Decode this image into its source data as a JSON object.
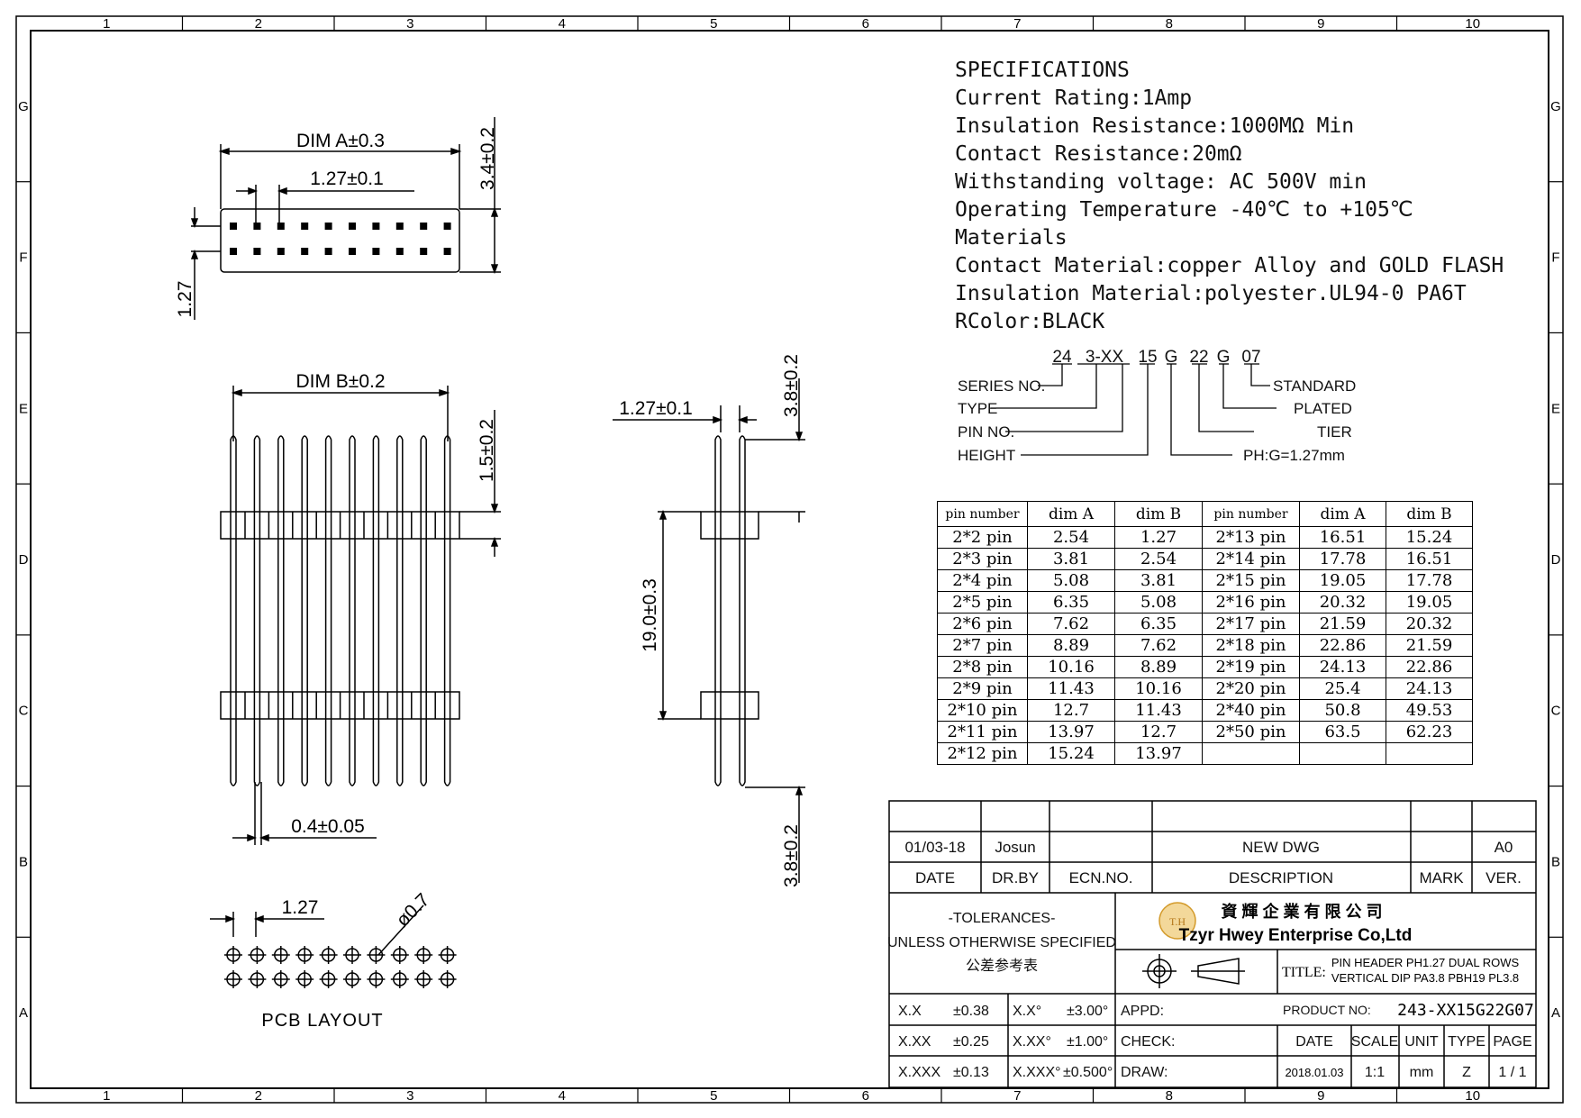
{
  "border": {
    "columns": [
      "1",
      "2",
      "3",
      "4",
      "5",
      "6",
      "7",
      "8",
      "9",
      "10"
    ],
    "rows": [
      "G",
      "F",
      "E",
      "D",
      "C",
      "B",
      "A"
    ]
  },
  "specs": {
    "lines": [
      "SPECIFICATIONS",
      "Current Rating:1Amp",
      "Insulation Resistance:1000MΩ Min",
      "Contact Resistance:20mΩ",
      "Withstanding voltage: AC 500V min",
      "Operating Temperature -40℃ to +105℃",
      "Materials",
      "Contact Material:copper Alloy and GOLD FLASH",
      "Insulation Material:polyester.UL94-0 PA6T",
      "RColor:BLACK"
    ]
  },
  "part_code": {
    "segments": [
      "24",
      "3-XX",
      "15",
      "G",
      "22",
      "G",
      "07"
    ],
    "labels": {
      "series": "SERIES NO.",
      "type": "TYPE",
      "pin_no": "PIN NO.",
      "height": "HEIGHT",
      "standard": "STANDARD",
      "plated": "PLATED",
      "tier": "TIER",
      "pitch": "PH:G=1.27mm"
    }
  },
  "dims": {
    "dim_a": "DIM A±0.3",
    "pitch_top": "1.27±0.1",
    "height_top": "3.4±0.2",
    "row_pitch": "1.27",
    "dim_b": "DIM B±0.2",
    "pin_top": "1.5±0.2",
    "pin_width": "0.4±0.05",
    "side_pitch": "1.27±0.1",
    "side_top": "3.8±0.2",
    "side_body": "19.0±0.3",
    "side_bottom": "3.8±0.2",
    "pcb_pitch": "1.27",
    "pcb_hole": "ø0.7",
    "pcb_title": "PCB LAYOUT"
  },
  "pin_table": {
    "headers": [
      "pin number",
      "dim A",
      "dim B",
      "pin number",
      "dim A",
      "dim B"
    ],
    "rows": [
      [
        "2*2 pin",
        "2.54",
        "1.27",
        "2*13 pin",
        "16.51",
        "15.24"
      ],
      [
        "2*3 pin",
        "3.81",
        "2.54",
        "2*14 pin",
        "17.78",
        "16.51"
      ],
      [
        "2*4 pin",
        "5.08",
        "3.81",
        "2*15 pin",
        "19.05",
        "17.78"
      ],
      [
        "2*5 pin",
        "6.35",
        "5.08",
        "2*16 pin",
        "20.32",
        "19.05"
      ],
      [
        "2*6 pin",
        "7.62",
        "6.35",
        "2*17 pin",
        "21.59",
        "20.32"
      ],
      [
        "2*7 pin",
        "8.89",
        "7.62",
        "2*18 pin",
        "22.86",
        "21.59"
      ],
      [
        "2*8 pin",
        "10.16",
        "8.89",
        "2*19 pin",
        "24.13",
        "22.86"
      ],
      [
        "2*9 pin",
        "11.43",
        "10.16",
        "2*20 pin",
        "25.4",
        "24.13"
      ],
      [
        "2*10 pin",
        "12.7",
        "11.43",
        "2*40 pin",
        "50.8",
        "49.53"
      ],
      [
        "2*11 pin",
        "13.97",
        "12.7",
        "2*50 pin",
        "63.5",
        "62.23"
      ],
      [
        "2*12 pin",
        "15.24",
        "13.97",
        "",
        "",
        ""
      ]
    ]
  },
  "title_block": {
    "rev_date": "01/03-18",
    "rev_by": "Josun",
    "rev_desc": "NEW DWG",
    "rev_ver": "A0",
    "h_date": "DATE",
    "h_drby": "DR.BY",
    "h_ecn": "ECN.NO.",
    "h_desc": "DESCRIPTION",
    "h_mark": "MARK",
    "h_ver": "VER.",
    "tol_title": "-TOLERANCES-",
    "tol_sub": "UNLESS OTHERWISE SPECIFIED",
    "tol_cn": "公差参考表",
    "company_cn": "資 輝 企 業 有 限 公 司",
    "company_en": "Tzyr Hwey Enterprise Co,Ltd",
    "logo_text": "T.H",
    "title_label": "TITLE:",
    "title_line1": "PIN HEADER PH1.27 DUAL ROWS",
    "title_line2": "VERTICAL DIP PA3.8 PBH19 PL3.8",
    "tol_rows": [
      [
        "X.X",
        "±0.38",
        "X.X°",
        "±3.00°"
      ],
      [
        "X.XX",
        "±0.25",
        "X.XX°",
        "±1.00°"
      ],
      [
        "X.XXX",
        "±0.13",
        "X.XXX°",
        "±0.500°"
      ]
    ],
    "appd": "APPD:",
    "check": "CHECK:",
    "draw": "DRAW:",
    "product_label": "PRODUCT NO:",
    "product_no": "243-XX15G22G07",
    "f_date": "DATE",
    "f_scale": "SCALE",
    "f_unit": "UNIT",
    "f_type": "TYPE",
    "f_page": "PAGE",
    "v_date": "2018.01.03",
    "v_scale": "1:1",
    "v_unit": "mm",
    "v_type": "Z",
    "v_page": "1 / 1"
  }
}
